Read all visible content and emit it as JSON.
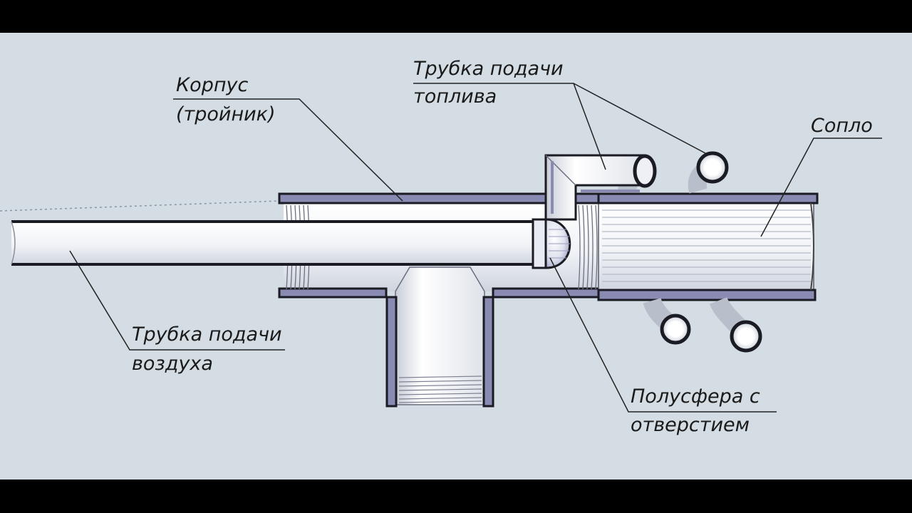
{
  "labels": {
    "body_line1": "Корпус",
    "body_line2": "(тройник)",
    "fuel_line1": "Трубка подачи",
    "fuel_line2": "топлива",
    "nozzle": "Сопло",
    "air_line1": "Трубка подачи",
    "air_line2": "воздуха",
    "hemi_line1": "Полусфера с",
    "hemi_line2": "отверстием"
  },
  "colors": {
    "background": "#d3dde3",
    "letterbox": "#000000",
    "outline": "#1b1b24",
    "wall": "#8a8bb2",
    "pipe_fill": "#f4f6f9",
    "shade": "#c9ced8",
    "leader": "#222222"
  }
}
